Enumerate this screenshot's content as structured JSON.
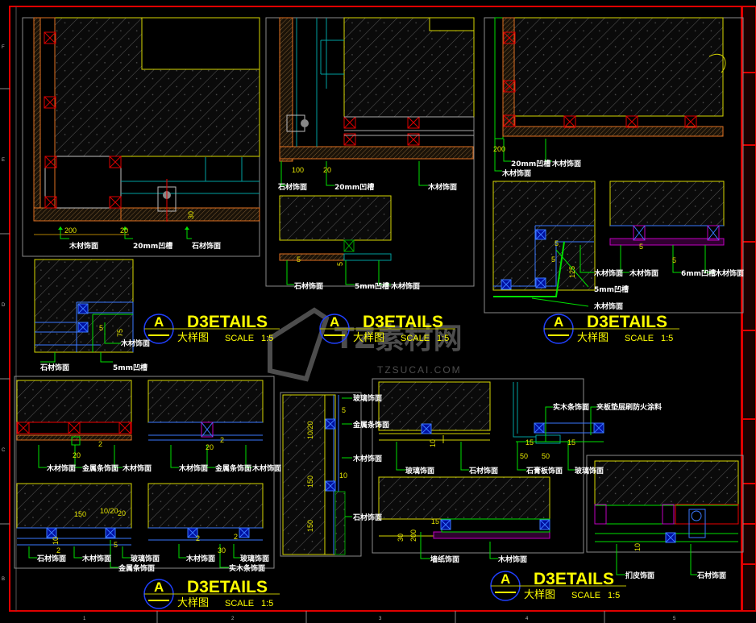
{
  "drawing": {
    "title_blocks": [
      {
        "mark": "A",
        "title": "D3ETAILS",
        "subtitle": "大样图",
        "scale_label": "SCALE",
        "scale": "1:5"
      },
      {
        "mark": "A",
        "title": "D3ETAILS",
        "subtitle": "大样图",
        "scale_label": "SCALE",
        "scale": "1:5"
      },
      {
        "mark": "A",
        "title": "D3ETAILS",
        "subtitle": "大样图",
        "scale_label": "SCALE",
        "scale": "1:5"
      },
      {
        "mark": "A",
        "title": "D3ETAILS",
        "subtitle": "大样图",
        "scale_label": "SCALE",
        "scale": "1:5"
      },
      {
        "mark": "A",
        "title": "D3ETAILS",
        "subtitle": "大样图",
        "scale_label": "SCALE",
        "scale": "1:5"
      }
    ],
    "callouts": [
      "木材饰面",
      "20mm凹槽",
      "石材饰面",
      "木材饰面",
      "石材饰面",
      "5mm凹槽",
      "石材饰面",
      "20mm凹槽",
      "木材饰面",
      "石材饰面",
      "5mm凹槽",
      "木材饰面",
      "20mm凹槽",
      "木材饰面",
      "木材饰面",
      "木材饰面",
      "木材饰面",
      "6mm凹槽",
      "木材饰面",
      "5mm凹槽",
      "木材饰面",
      "木材饰面",
      "金属条饰面",
      "木材饰面",
      "木材饰面",
      "金属条饰面",
      "木材饰面",
      "石材饰面",
      "木材饰面",
      "玻璃饰面",
      "金属条饰面",
      "木材饰面",
      "玻璃饰面",
      "实木条饰面",
      "玻璃饰面",
      "金属条饰面",
      "木材饰面",
      "石材饰面",
      "玻璃饰面",
      "石材饰面",
      "实木条饰面",
      "夹板垫层刷防火涂料",
      "石膏板饰面",
      "玻璃饰面",
      "墙纸饰面",
      "木材饰面",
      "扪皮饰面",
      "石材饰面"
    ],
    "dimensions": [
      "200",
      "20",
      "30",
      "5",
      "75",
      "100",
      "20",
      "5",
      "5",
      "200",
      "5",
      "5",
      "125",
      "5",
      "5",
      "20",
      "2",
      "20",
      "2",
      "150",
      "10/20",
      "20",
      "2",
      "10",
      "5",
      "2",
      "30",
      "2",
      "10/20",
      "150",
      "150",
      "5",
      "10",
      "10",
      "15",
      "50",
      "50",
      "15",
      "30",
      "200",
      "15",
      "10"
    ],
    "ruler": {
      "bottom": [
        "1",
        "2",
        "3",
        "4",
        "5"
      ],
      "left": [
        "F",
        "E",
        "D",
        "C",
        "B"
      ]
    },
    "watermark": {
      "brand": "TZ素材网",
      "url": "TZSUCAI.COM"
    },
    "colors": {
      "frame": "#e00000",
      "concrete_outline": "#d6d600",
      "leader": "#00e000",
      "wood": "#e07020",
      "metal": "#00a0a0",
      "glass": "#3a78ff",
      "timber_block": "#cc0000",
      "title": "#ffff00"
    }
  }
}
